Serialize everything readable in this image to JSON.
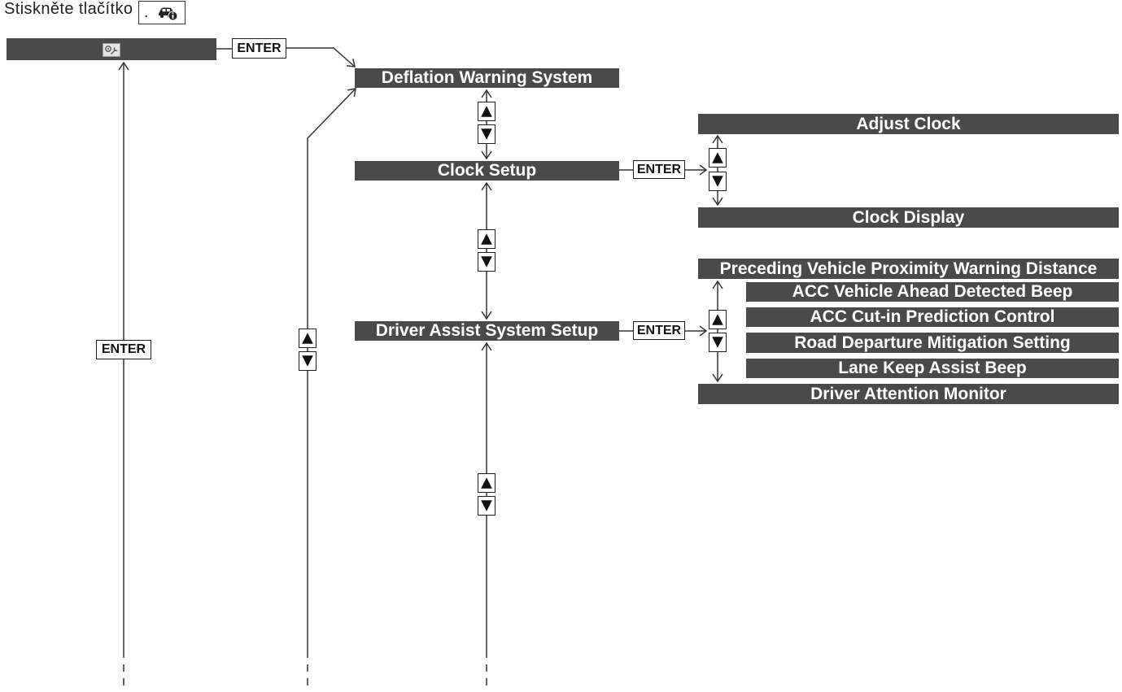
{
  "instruction": {
    "text": "Stiskněte tlačítko",
    "button_prefix": ".",
    "button_icon": "car-info-icon"
  },
  "root_menu": {
    "icon": "settings-icon"
  },
  "enter_labels": {
    "root": "ENTER",
    "return": "ENTER",
    "clock_setup": "ENTER",
    "driver_assist": "ENTER"
  },
  "main_menu": {
    "items": [
      "Deflation Warning System",
      "Clock Setup",
      "Driver Assist System Setup"
    ]
  },
  "clock_setup_menu": {
    "items": [
      "Adjust Clock",
      "Clock Display"
    ]
  },
  "driver_assist_menu": {
    "items": [
      "Preceding Vehicle Proximity Warning Distance",
      "ACC Vehicle Ahead Detected Beep",
      "ACC Cut-in Prediction Control",
      "Road Departure Mitigation Setting",
      "Lane Keep Assist Beep",
      "Driver Attention Monitor"
    ]
  },
  "icons": {
    "scroll_up": "up-triangle-icon",
    "scroll_down": "down-triangle-icon"
  },
  "colors": {
    "bar_background": "#4a4a4a",
    "bar_text": "#ffffff",
    "line": "#333333",
    "button_border": "#1e1e1e"
  }
}
